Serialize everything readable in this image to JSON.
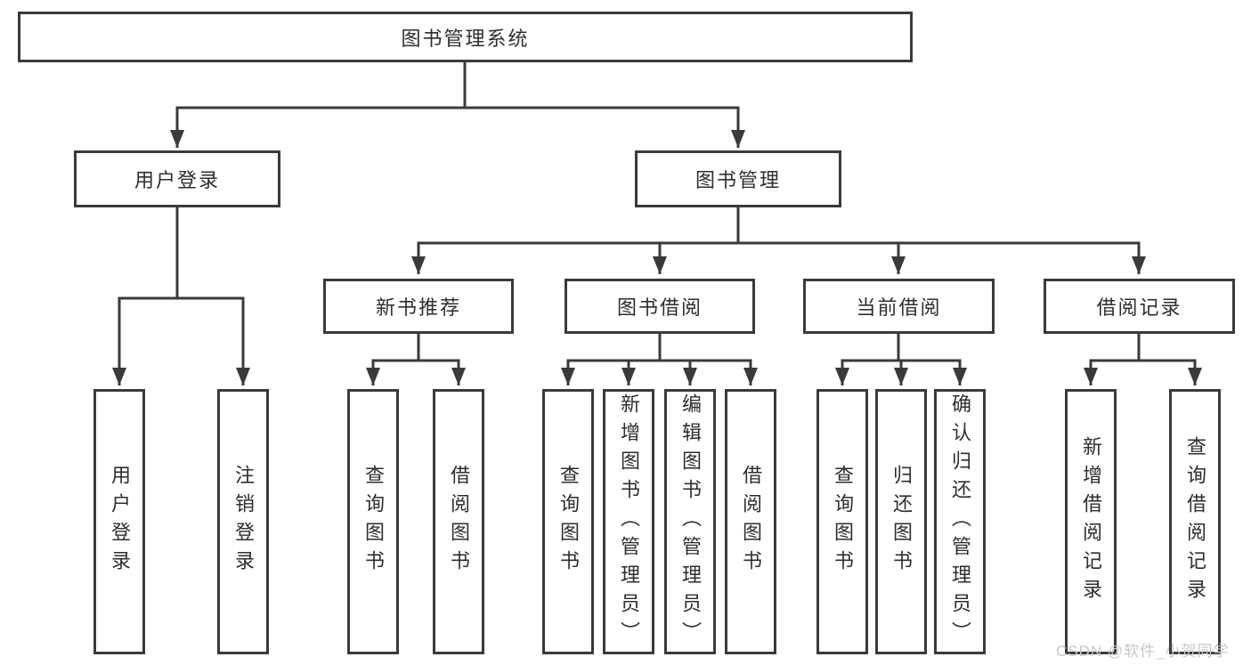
{
  "diagram": {
    "root": {
      "label": "图书管理系统"
    },
    "level1": [
      {
        "label": "用户登录"
      },
      {
        "label": "图书管理"
      }
    ],
    "level2": [
      {
        "label": "新书推荐",
        "parent": "图书管理"
      },
      {
        "label": "图书借阅",
        "parent": "图书管理"
      },
      {
        "label": "当前借阅",
        "parent": "图书管理"
      },
      {
        "label": "借阅记录",
        "parent": "图书管理"
      }
    ],
    "leaves": [
      {
        "label": "用户登录",
        "parent": "用户登录"
      },
      {
        "label": "注销登录",
        "parent": "用户登录"
      },
      {
        "label": "查询图书",
        "parent": "新书推荐"
      },
      {
        "label": "借阅图书",
        "parent": "新书推荐"
      },
      {
        "label": "查询图书",
        "parent": "图书借阅"
      },
      {
        "label": "新增图书（管理员）",
        "parent": "图书借阅"
      },
      {
        "label": "编辑图书（管理员）",
        "parent": "图书借阅"
      },
      {
        "label": "借阅图书",
        "parent": "图书借阅"
      },
      {
        "label": "查询图书",
        "parent": "当前借阅"
      },
      {
        "label": "归还图书",
        "parent": "当前借阅"
      },
      {
        "label": "确认归还（管理员）",
        "parent": "当前借阅"
      },
      {
        "label": "新增借阅记录",
        "parent": "借阅记录"
      },
      {
        "label": "查询借阅记录",
        "parent": "借阅记录"
      }
    ],
    "watermark": "CSDN @软件_小贺同学",
    "colors": {
      "line": "#3a3a3a",
      "text": "#2e2e2e",
      "box_background": "#ffffff",
      "watermark": "#c8c8c8"
    }
  }
}
